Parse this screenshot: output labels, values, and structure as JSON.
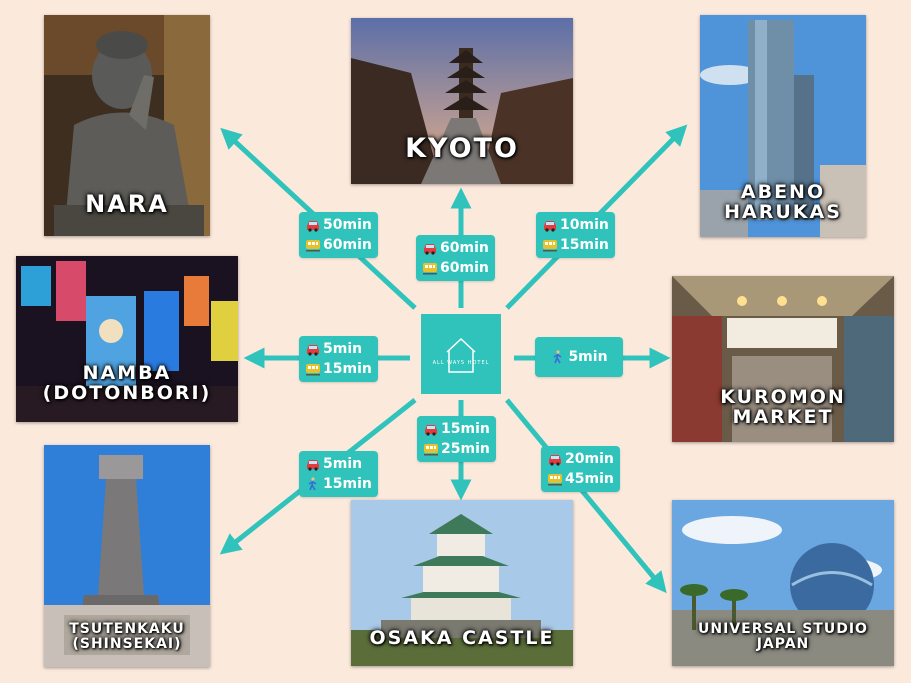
{
  "hub": {
    "logo_text": "ALL WAYS HOTEL",
    "icon": "house-outline-icon"
  },
  "colors": {
    "background": "#fbe9dc",
    "accent": "#30c3bb",
    "text": "#ffffff"
  },
  "destinations": {
    "kyoto": {
      "label": "KYOTO"
    },
    "nara": {
      "label": "NARA"
    },
    "abeno": {
      "label_line1": "ABENO",
      "label_line2": "HARUKAS"
    },
    "namba": {
      "label_line1": "NAMBA",
      "label_line2": "(DOTONBORI)"
    },
    "kuromon": {
      "label_line1": "KUROMON",
      "label_line2": "MARKET"
    },
    "tsutenkaku": {
      "label_line1": "TSUTENKAKU",
      "label_line2": "(SHINSEKAI)"
    },
    "castle": {
      "label": "OSAKA CASTLE"
    },
    "usj": {
      "label_line1": "UNIVERSAL STUDIO",
      "label_line2": "JAPAN"
    }
  },
  "times": {
    "nara": {
      "car": "50min",
      "train": "60min"
    },
    "kyoto": {
      "car": "60min",
      "train": "60min"
    },
    "abeno": {
      "car": "10min",
      "train": "15min"
    },
    "namba": {
      "car": "5min",
      "train": "15min"
    },
    "kuromon": {
      "walk": "5min"
    },
    "tsutenkaku": {
      "car": "5min",
      "walk": "15min"
    },
    "castle": {
      "car": "15min",
      "train": "25min"
    },
    "usj": {
      "car": "20min",
      "train": "45min"
    }
  }
}
